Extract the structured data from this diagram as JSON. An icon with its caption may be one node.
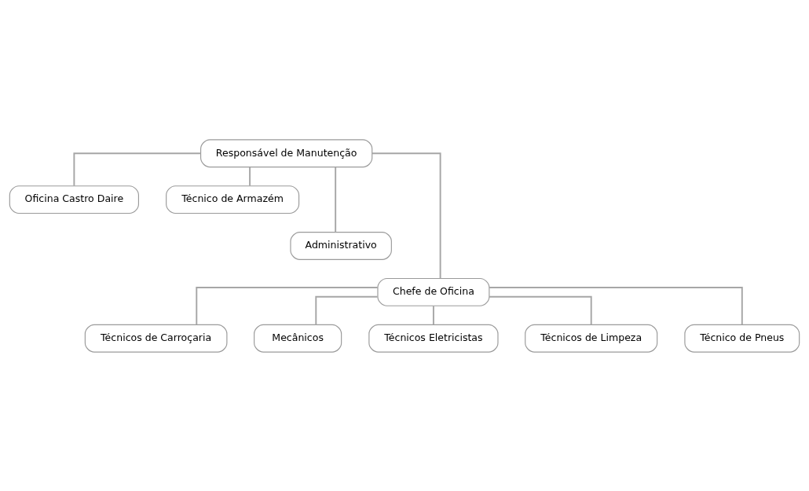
{
  "diagram": {
    "nodes": [
      {
        "text": [
          "Responsável de Manutenção"
        ]
      },
      {
        "text": [
          "Oficina Castro Daire"
        ]
      },
      {
        "text": [
          "Técnico de Armazém"
        ]
      },
      {
        "text": [
          "Administrativo"
        ]
      },
      {
        "text": [
          "Chefe de Oficina"
        ]
      },
      {
        "text": [
          "Técnicos de Carroçaria"
        ]
      },
      {
        "text": [
          "Mecânicos"
        ]
      },
      {
        "text": [
          "Técnicos Eletricistas"
        ]
      },
      {
        "text": [
          "Técnicos de Limpeza"
        ]
      },
      {
        "text": [
          "Técnico de Pneus"
        ]
      }
    ],
    "edges": [
      {
        "from": 0,
        "to": 1,
        "arrow": "none"
      },
      {
        "from": 0,
        "to": 2,
        "arrow": "none"
      },
      {
        "from": 0,
        "to": 3,
        "arrow": "none"
      },
      {
        "from": 0,
        "to": 4,
        "arrow": "none"
      },
      {
        "from": 4,
        "to": 5,
        "arrow": "none"
      },
      {
        "from": 4,
        "to": 6,
        "arrow": "none"
      },
      {
        "from": 4,
        "to": 7,
        "arrow": "none"
      },
      {
        "from": 4,
        "to": 8,
        "arrow": "none"
      },
      {
        "from": 4,
        "to": 9,
        "arrow": "none"
      }
    ]
  }
}
